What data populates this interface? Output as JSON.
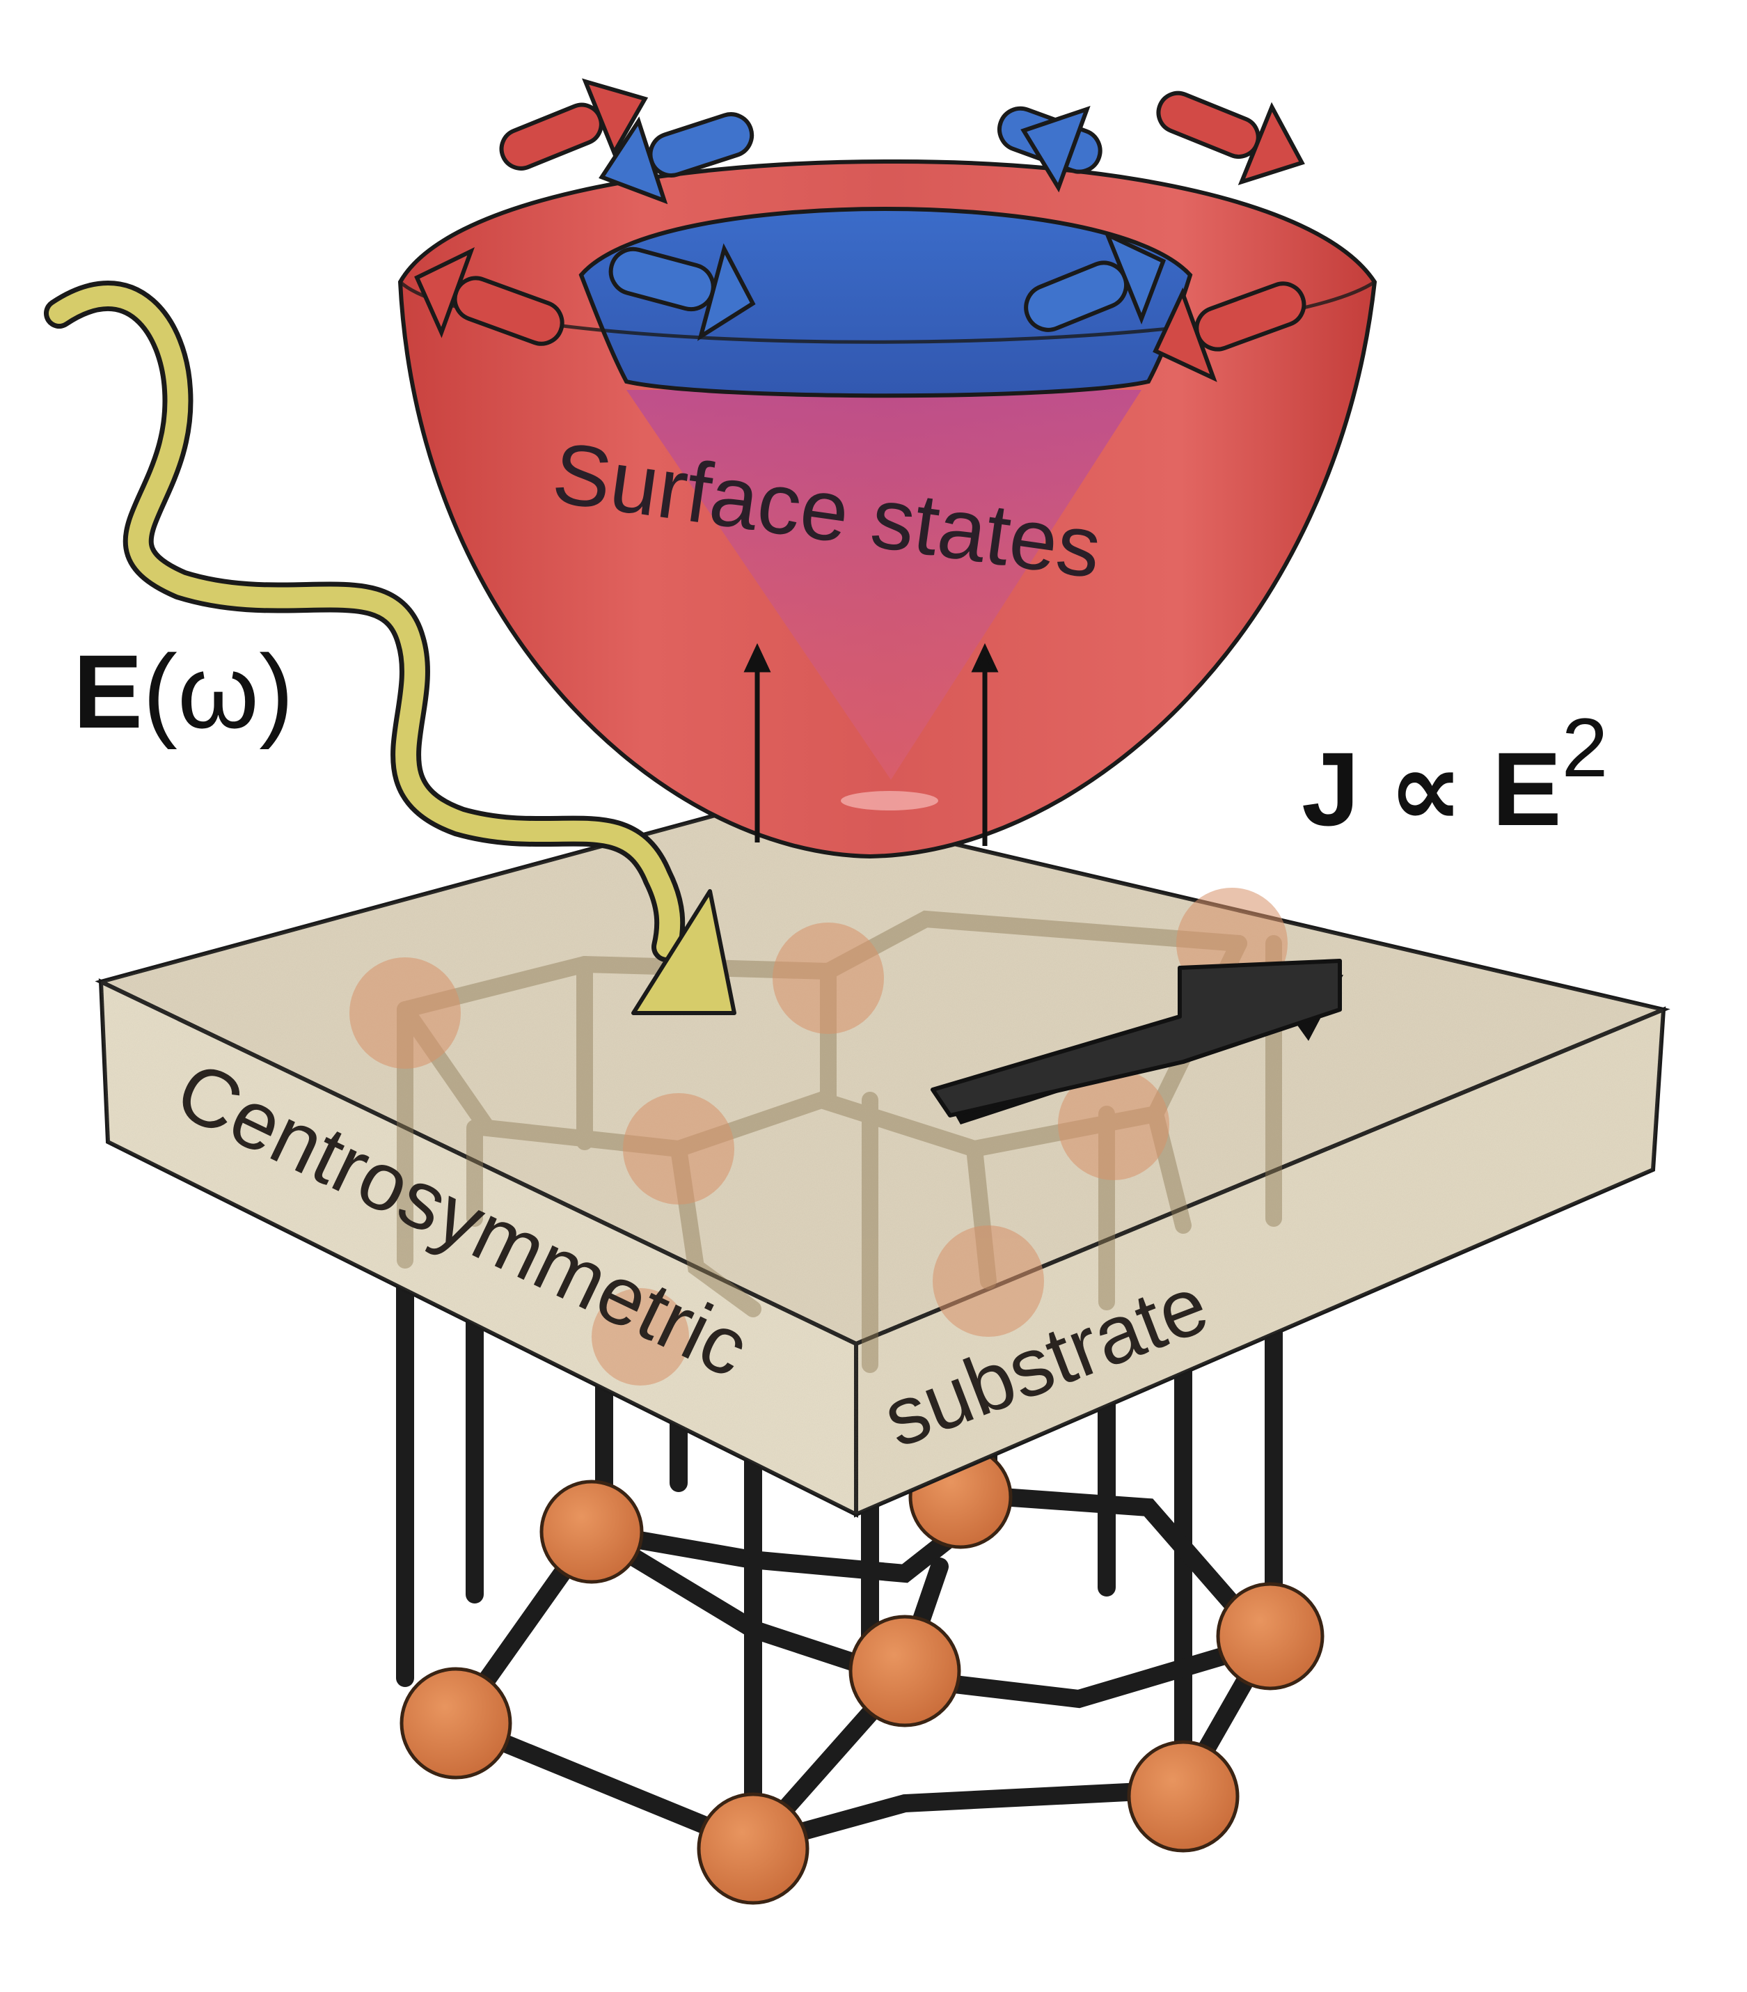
{
  "labels": {
    "surface_states": "Surface states",
    "field_main": "E",
    "field_arg": "(ω)",
    "current_main": "J ∝ E",
    "current_exp": "2",
    "substrate_part1": "Centrosymmetric",
    "substrate_part2": "substrate"
  },
  "colors": {
    "outer_cone": "#d5504c",
    "inner_cone": "#3c6cc8",
    "spin_red": "#d24a46",
    "spin_blue": "#3f73cc",
    "wave": "#d6cc6a",
    "slab_top": "#ddd3bd",
    "slab_front": "#e4dcc7",
    "atom": "#d87e4c",
    "bond": "#1c1c1c",
    "current_arrow": "#2b2b2b"
  },
  "icons": [
    "spin-arrow-icon",
    "photon-wave-icon",
    "current-arrow-icon"
  ]
}
